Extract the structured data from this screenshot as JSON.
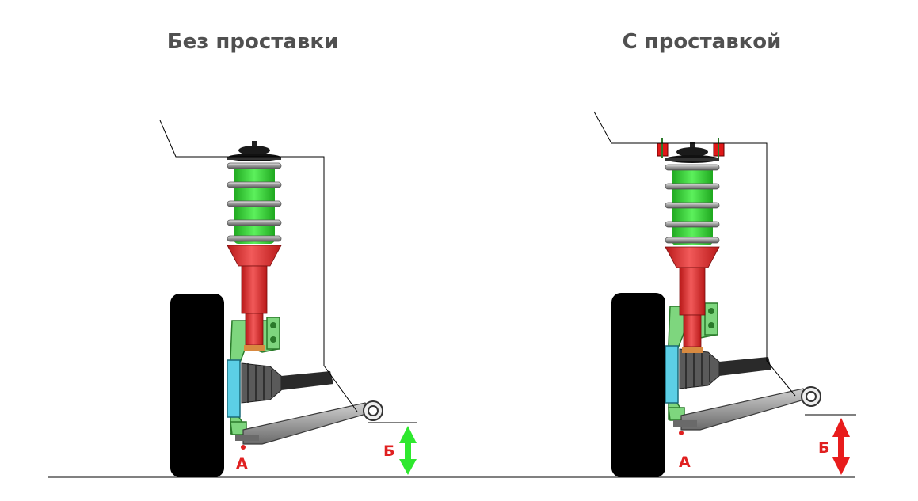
{
  "panels": {
    "left": {
      "title": "Без проставки",
      "point_label": "А",
      "gap_label": "Б",
      "arrow_color": "#2ee82e"
    },
    "right": {
      "title": "С проставкой",
      "point_label": "А",
      "gap_label": "Б",
      "arrow_color": "#e81c1c"
    }
  },
  "colors": {
    "spring": "#3ed23e",
    "shock_body": "#e03030",
    "knuckle": "#7ed67e",
    "hub": "#5ccfe6",
    "tire": "#000000",
    "spacer": "#e01818"
  }
}
